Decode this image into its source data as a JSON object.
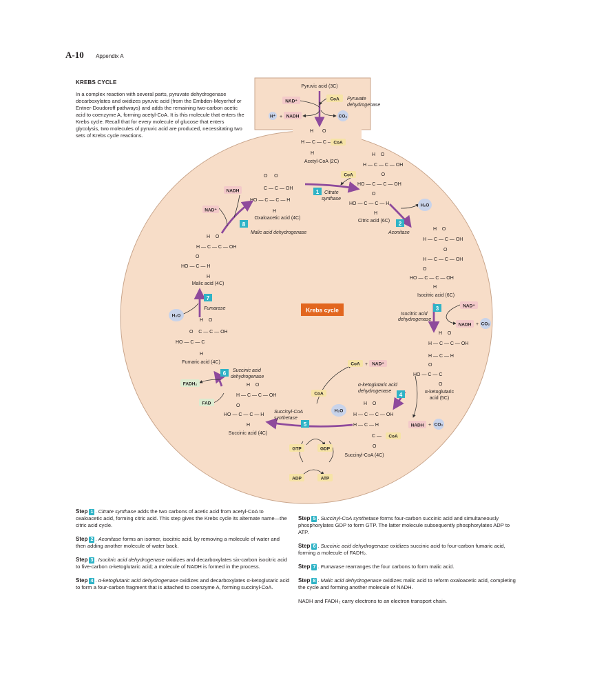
{
  "page": {
    "number": "A-10",
    "section": "Appendix A"
  },
  "intro": {
    "title": "KREBS CYCLE",
    "body": "In a complex reaction with several parts, pyruvate dehydrogenase decarboxylates and oxidizes pyruvic acid (from the Embden-Meyerhof or Entner-Doudoroff pathways) and adds the remaining two-carbon acetic acid to coenzyme A, forming acetyl-CoA. It is this molecule that enters the Krebs cycle. Recall that for every molecule of glucose that enters glycolysis, two molecules of pyruvic acid are produced, necessitating two sets of Krebs cycle reactions."
  },
  "diagram": {
    "center_label": "Krebs cycle",
    "pyruvate": {
      "title": "Pyruvic acid (3C)",
      "enzyme": "Pyruvate dehydrogenase",
      "nad": "NAD⁺",
      "coa": "CoA",
      "h": "H⁺",
      "plus": "+",
      "nadh": "NADH",
      "co2": "CO₂"
    },
    "molecules": {
      "acetyl_coa": "Acetyl-CoA (2C)",
      "citric": "Citric acid (6C)",
      "isocitric": "Isocitric acid (6C)",
      "akg": "α-ketoglutaric acid (5C)",
      "succinyl": "Succinyl-CoA (4C)",
      "succinic": "Succinic acid (4C)",
      "fumaric": "Fumaric acid (4C)",
      "malic": "Malic acid (4C)",
      "oxaloacetic": "Oxaloacetic acid (4C)"
    },
    "enzymes": {
      "s1a": "Citrate",
      "s1b": "synthase",
      "s2": "Aconitase",
      "s3a": "Isocitric acid",
      "s3b": "dehydrogenase",
      "s4a": "α-ketoglutaric acid",
      "s4b": "dehydrogenase",
      "s5a": "Succinyl-CoA",
      "s5b": "synthetase",
      "s6a": "Succinic acid",
      "s6b": "dehydrogenase",
      "s7": "Fumarase",
      "s8": "Malic acid dehydrogenase"
    },
    "step_numbers": [
      "1",
      "2",
      "3",
      "4",
      "5",
      "6",
      "7",
      "8"
    ],
    "cofactors": {
      "coa": "CoA",
      "h2o": "H₂O",
      "nad": "NAD⁺",
      "nadh": "NADH",
      "co2": "CO₂",
      "gtp": "GTP",
      "gdp": "GDP",
      "adp": "ADP",
      "atp": "ATP",
      "fad": "FAD",
      "fadh2": "FADH₂",
      "plus": "+"
    },
    "colors": {
      "cell": "#f7ddc8",
      "cell_border": "#c9a58b",
      "arrow": "#8e4a9c",
      "step_box": "#2fb3c6",
      "center_box": "#e2661f",
      "tag_pink": "#f3c9c9",
      "tag_blue": "#c8d3ea",
      "tag_yellow": "#f6e3a6",
      "tag_green": "#dcebd0"
    }
  },
  "steps": [
    {
      "label": "Step",
      "num": "1",
      "enzyme": "Citrate synthase",
      "text": " adds the two carbons of acetic acid from acetyl-CoA to oxaloacetic acid, forming citric acid. This step gives the Krebs cycle its alternate name—the citric acid cycle."
    },
    {
      "label": "Step",
      "num": "2",
      "enzyme": "Aconitase",
      "text": " forms an isomer, isocitric acid, by removing a molecule of water and then adding another molecule of water back."
    },
    {
      "label": "Step",
      "num": "3",
      "enzyme": "Isocitric acid dehydrogenase",
      "text": " oxidizes and decarboxylates six-carbon isocitric acid to five-carbon α-ketoglutaric acid; a molecule of NADH is formed in the process."
    },
    {
      "label": "Step",
      "num": "4",
      "enzyme": "α-ketoglutaric acid dehydrogenase",
      "text": " oxidizes and decarboxylates α-ketoglutaric acid to form a four-carbon fragment that is attached to coenzyme A, forming succinyl-CoA."
    },
    {
      "label": "Step",
      "num": "5",
      "enzyme": "Succinyl-CoA synthetase",
      "text": " forms four-carbon succinic acid and simultaneously phosphorylates GDP to form GTP. The latter molecule subsequently phosphorylates ADP to ATP."
    },
    {
      "label": "Step",
      "num": "6",
      "enzyme": "Succinic acid dehydrogenase",
      "text": " oxidizes succinic acid to four-carbon fumaric acid, forming a molecule of FADH₂."
    },
    {
      "label": "Step",
      "num": "7",
      "enzyme": "Fumarase",
      "text": " rearranges the four carbons to form malic acid."
    },
    {
      "label": "Step",
      "num": "8",
      "enzyme": "Malic acid dehydrogenase",
      "text": " oxidizes malic acid to reform oxaloacetic acid, completing the cycle and forming another molecule of NADH."
    }
  ],
  "footer_note": "NADH and FADH₂ carry electrons to an electron transport chain."
}
